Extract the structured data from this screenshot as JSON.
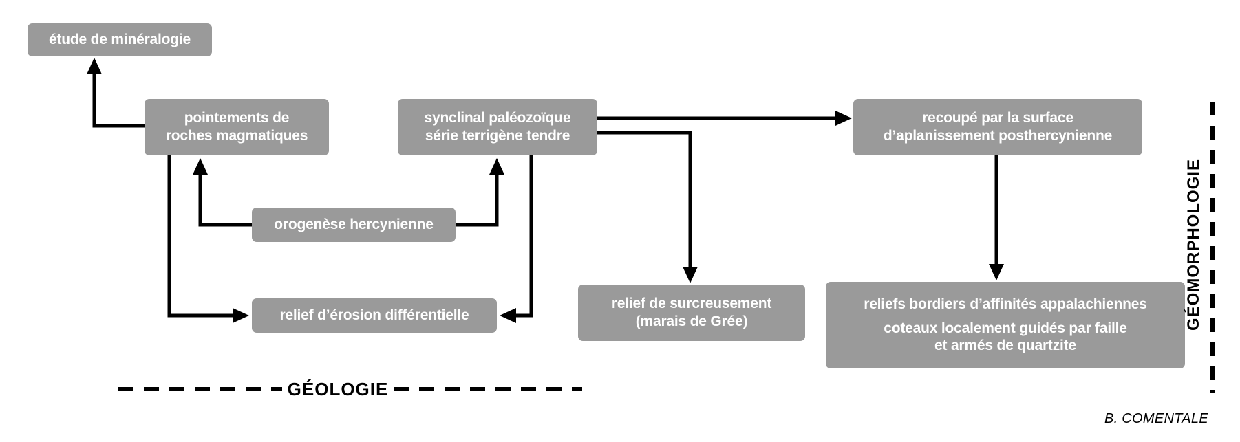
{
  "diagram": {
    "boxes": {
      "mineralogie": "étude de minéralogie",
      "pointements": "pointements de\nroches magmatiques",
      "synclinal": "synclinal paléozoïque\nsérie terrigène tendre",
      "recoupe": "recoupé par la surface\nd’aplanissement posthercynienne",
      "orogenese": "orogenèse hercynienne",
      "erosion": "relief d’érosion différentielle",
      "surcreusement": "relief de surcreusement\n(marais de Grée)",
      "bordiers_line1": "reliefs bordiers d’affinités appalachiennes",
      "bordiers_line2": "coteaux localement guidés par faille\net armés de quartzite"
    },
    "labels": {
      "geologie": "GÉOLOGIE",
      "geomorphologie": "GÉOMORPHOLOGIE",
      "author": "B. COMENTALE"
    },
    "colors": {
      "box_background": "#9a9a9a",
      "box_text": "#ffffff",
      "line": "#000000",
      "background": "#ffffff"
    }
  }
}
